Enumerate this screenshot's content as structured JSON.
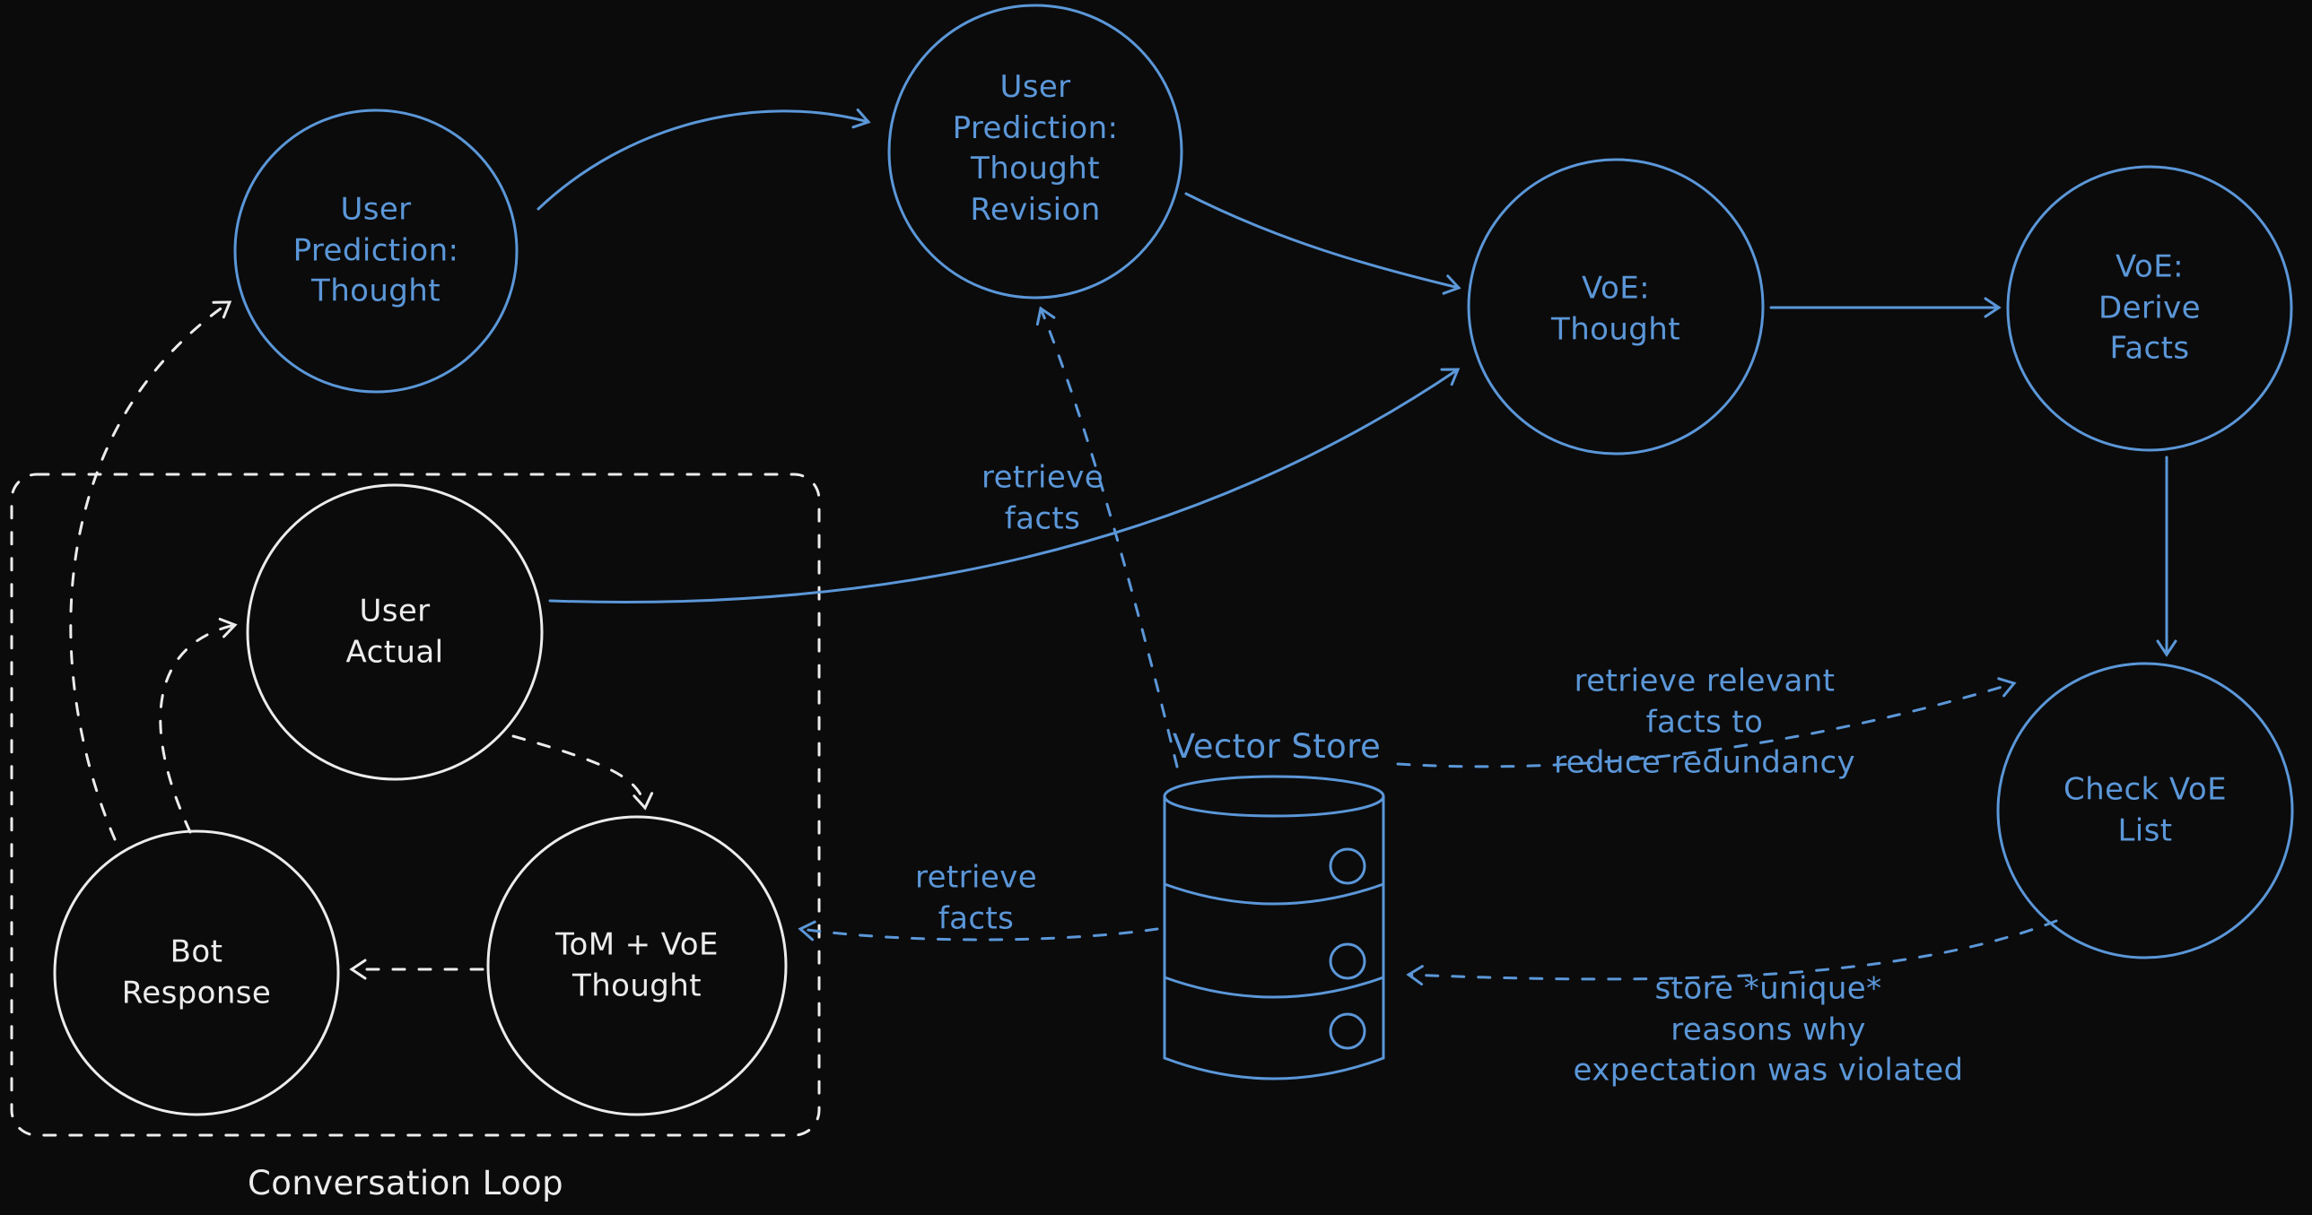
{
  "colors": {
    "background": "#0b0b0c",
    "blue": "#5b97d8",
    "white": "#ececec"
  },
  "nodes": {
    "userPredictionThought": {
      "label": "User\nPrediction:\nThought"
    },
    "userPredictionThoughtRevision": {
      "label": "User\nPrediction:\nThought\nRevision"
    },
    "voeThought": {
      "label": "VoE:\nThought"
    },
    "voeDeriveFacts": {
      "label": "VoE: Derive\nFacts"
    },
    "checkVoeList": {
      "label": "Check VoE\nList"
    },
    "userActual": {
      "label": "User\nActual"
    },
    "botResponse": {
      "label": "Bot\nResponse"
    },
    "tomVoeThought": {
      "label": "ToM + VoE\nThought"
    }
  },
  "groups": {
    "conversationLoop": {
      "label": "Conversation Loop"
    }
  },
  "datastore": {
    "vectorStore": {
      "label": "Vector Store"
    }
  },
  "edgeLabels": {
    "retrieveFactsTop": "retrieve\nfacts",
    "retrieveFactsLeft": "retrieve\nfacts",
    "retrieveRelevant": "retrieve relevant\nfacts to\nreduce redundancy",
    "storeUnique": "store *unique*\nreasons why\nexpectation was violated"
  }
}
